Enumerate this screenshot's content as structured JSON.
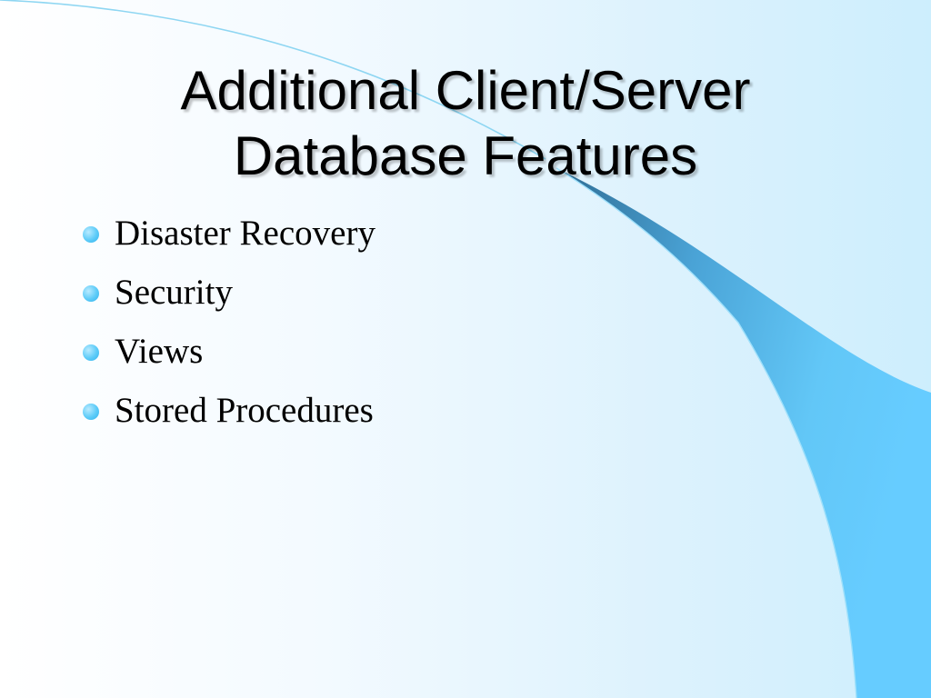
{
  "slide": {
    "title_line_1": "Additional Client/Server",
    "title_line_2": "Database Features",
    "bullets": [
      {
        "text": "Disaster Recovery"
      },
      {
        "text": "Security"
      },
      {
        "text": "Views"
      },
      {
        "text": "Stored Procedures"
      }
    ]
  },
  "theme": {
    "background_start": "#ffffff",
    "background_end": "#cdeefd",
    "swoosh_light": "#66ccff",
    "swoosh_dark": "#2f6d94",
    "bullet_color": "#5ccbf8",
    "text_color": "#000000"
  }
}
